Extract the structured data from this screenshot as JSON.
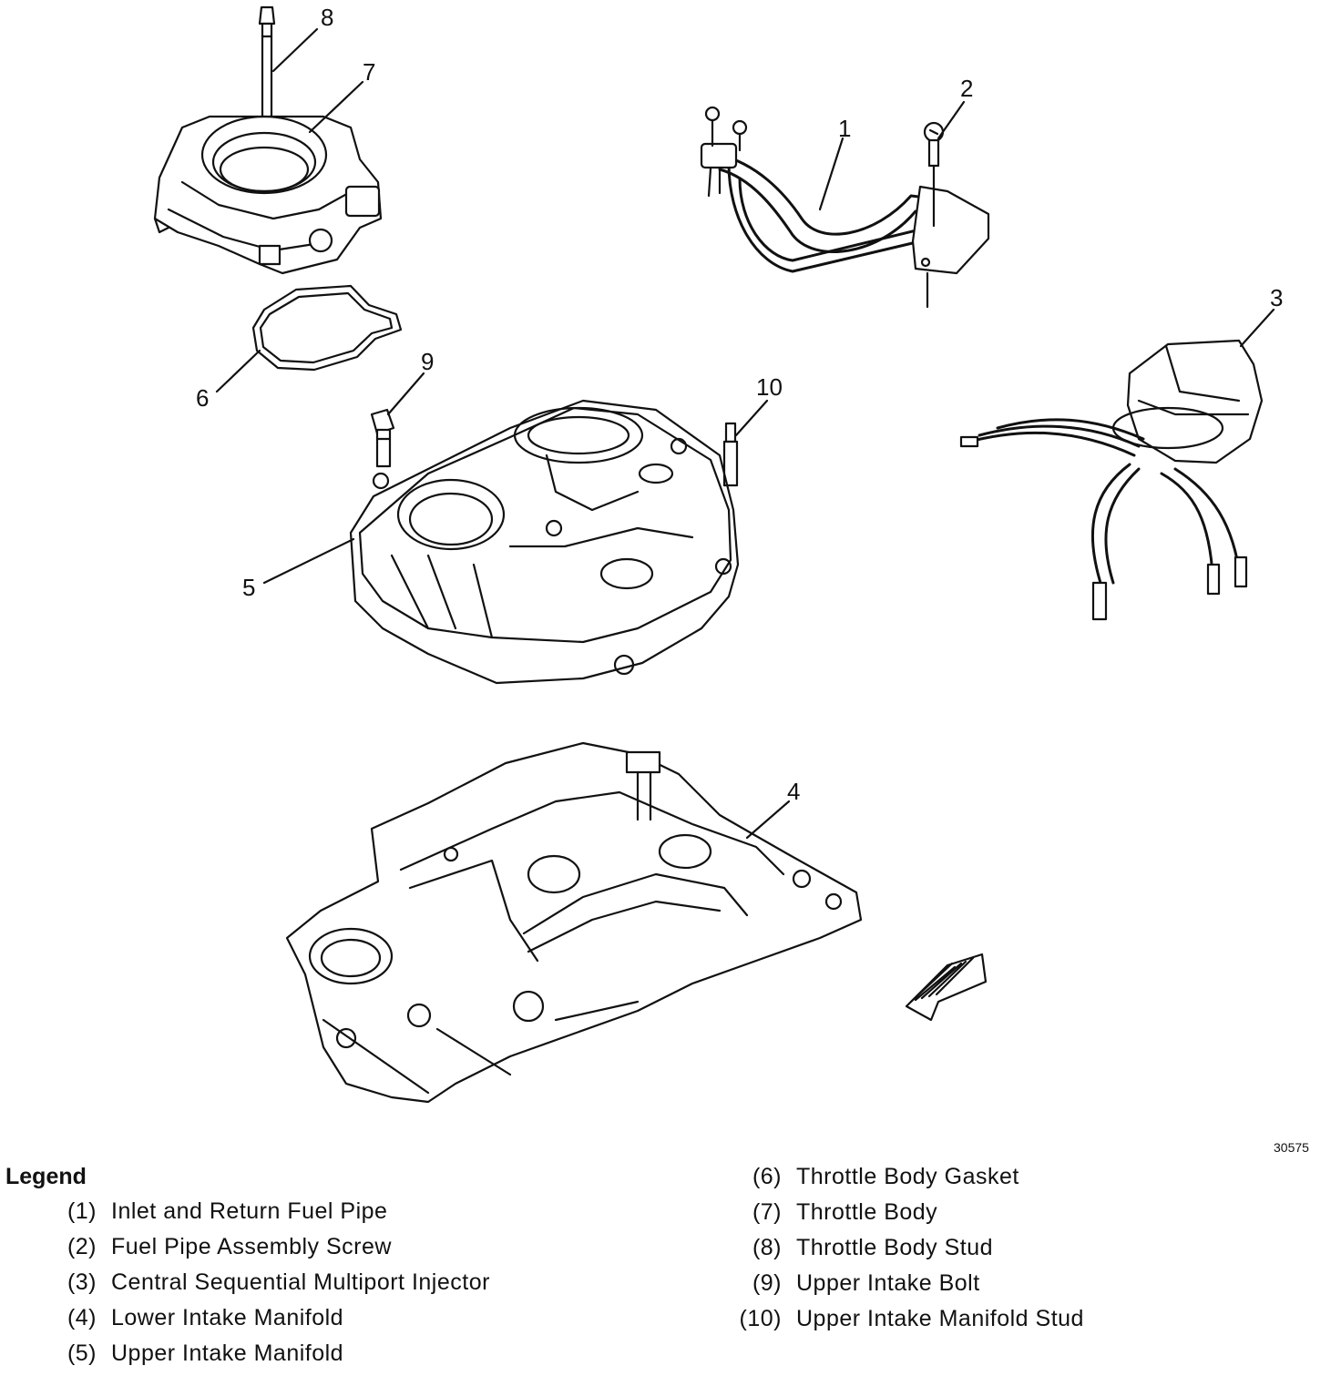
{
  "callouts": [
    {
      "num": "1",
      "name": "Inlet and Return Fuel Pipe"
    },
    {
      "num": "2",
      "name": "Fuel Pipe Assembly Screw"
    },
    {
      "num": "3",
      "name": "Central Sequential Multiport Injector"
    },
    {
      "num": "4",
      "name": "Lower Intake Manifold"
    },
    {
      "num": "5",
      "name": "Upper Intake Manifold"
    },
    {
      "num": "6",
      "name": "Throttle Body Gasket"
    },
    {
      "num": "7",
      "name": "Throttle Body"
    },
    {
      "num": "8",
      "name": "Throttle Body Stud"
    },
    {
      "num": "9",
      "name": "Upper Intake Bolt"
    },
    {
      "num": "10",
      "name": "Upper Intake Manifold Stud"
    }
  ],
  "legend": {
    "title": "Legend",
    "left": [
      {
        "num": "(1)",
        "label": "Inlet and Return Fuel Pipe"
      },
      {
        "num": "(2)",
        "label": "Fuel Pipe Assembly Screw"
      },
      {
        "num": "(3)",
        "label": "Central Sequential Multiport Injector"
      },
      {
        "num": "(4)",
        "label": "Lower Intake Manifold"
      },
      {
        "num": "(5)",
        "label": "Upper Intake Manifold"
      }
    ],
    "right": [
      {
        "num": "(6)",
        "label": "Throttle Body Gasket"
      },
      {
        "num": "(7)",
        "label": "Throttle Body"
      },
      {
        "num": "(8)",
        "label": "Throttle Body Stud"
      },
      {
        "num": "(9)",
        "label": "Upper Intake Bolt"
      },
      {
        "num": "(10)",
        "label": "Upper Intake Manifold Stud"
      }
    ]
  },
  "reference_number": "30575"
}
